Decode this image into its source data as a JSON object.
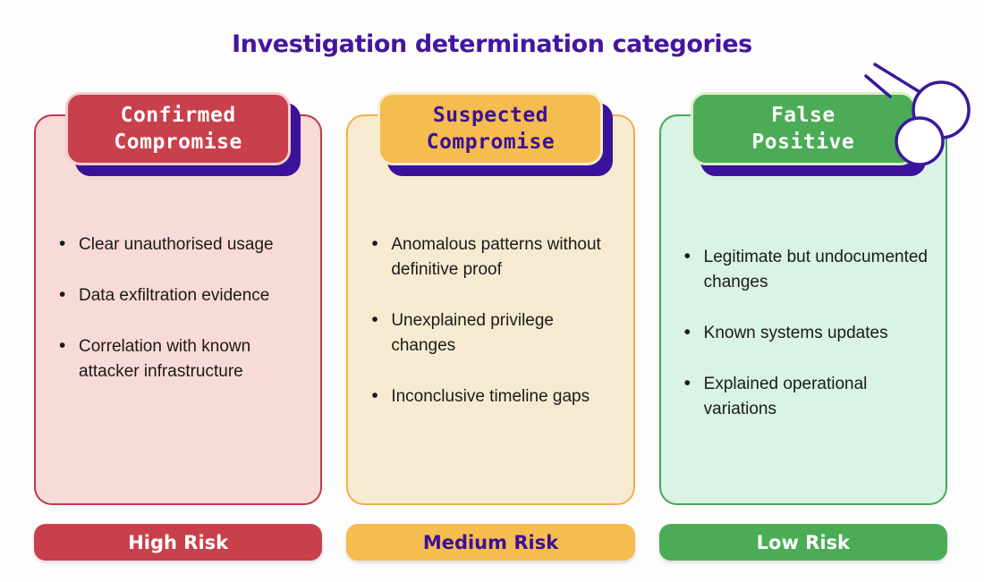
{
  "title": "Investigation determination categories",
  "decoration": {
    "icon": "magnifier-circles"
  },
  "colors": {
    "title_purple": "#44169D",
    "shadow_indigo": "#3A129B",
    "confirmed_accent": "#C8404B",
    "confirmed_tint": "#F8DAD8",
    "suspected_accent": "#F5BC4F",
    "suspected_tint": "#F6EBD1",
    "false_positive_accent": "#4BAC55",
    "false_positive_tint": "#D9F3E5",
    "body_text": "#1A1A1A"
  },
  "columns": [
    {
      "header_line1": "Confirmed",
      "header_line2": "Compromise",
      "bullets": [
        "Clear unauthorised usage",
        "Data exfiltration evidence",
        "Correlation with known attacker infrastructure"
      ],
      "risk_label": "High Risk"
    },
    {
      "header_line1": "Suspected",
      "header_line2": "Compromise",
      "bullets": [
        "Anomalous patterns without definitive proof",
        "Unexplained privilege changes",
        "Inconclusive timeline gaps"
      ],
      "risk_label": "Medium Risk"
    },
    {
      "header_line1": "False",
      "header_line2": "Positive",
      "bullets": [
        "Legitimate but undocumented changes",
        "Known systems updates",
        "Explained operational variations"
      ],
      "risk_label": "Low Risk"
    }
  ]
}
